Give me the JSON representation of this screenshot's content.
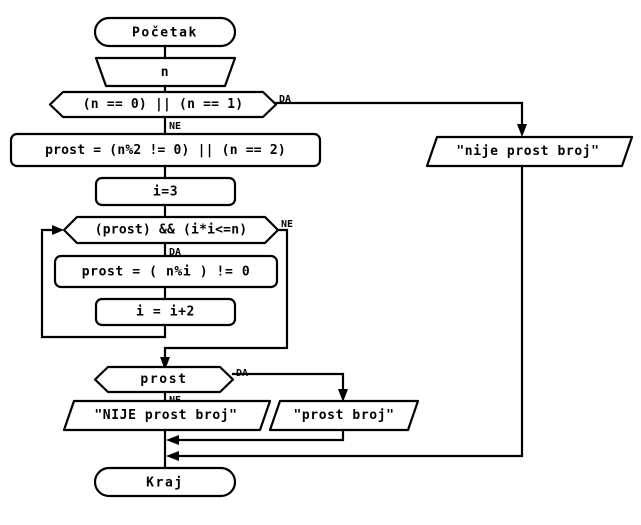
{
  "diagram": {
    "title": "Flowchart - provjera prostog broja",
    "language": "hr",
    "stroke_color": "#000000",
    "fill_color": "#ffffff",
    "background_color": "#ffffff"
  },
  "nodes": {
    "start": {
      "label": "Početak",
      "type": "terminator"
    },
    "input_n": {
      "label": "n",
      "type": "input"
    },
    "decision_trivial": {
      "label": "(n == 0) || (n == 1)",
      "type": "decision"
    },
    "assign_prost": {
      "label": "prost = (n%2 != 0) || (n == 2)",
      "type": "process"
    },
    "assign_i3": {
      "label": "i=3",
      "type": "process"
    },
    "loop_decision": {
      "label": "(prost) && (i*i<=n)",
      "type": "decision"
    },
    "assign_prost_mod": {
      "label": "prost = ( n%i ) != 0",
      "type": "process"
    },
    "assign_i_inc": {
      "label": "i = i+2",
      "type": "process"
    },
    "decision_prost": {
      "label": "prost",
      "type": "decision"
    },
    "output_nije_upper": {
      "label": "\"nije prost broj\"",
      "type": "output"
    },
    "output_nije_lower": {
      "label": "\"NIJE prost broj\"",
      "type": "output"
    },
    "output_prost": {
      "label": "\"prost broj\"",
      "type": "output"
    },
    "end": {
      "label": "Kraj",
      "type": "terminator"
    }
  },
  "branch_labels": {
    "trivial_yes": "DA",
    "trivial_no": "NE",
    "loop_yes": "DA",
    "loop_no": "NE",
    "prost_yes": "DA",
    "prost_no": "NE"
  }
}
